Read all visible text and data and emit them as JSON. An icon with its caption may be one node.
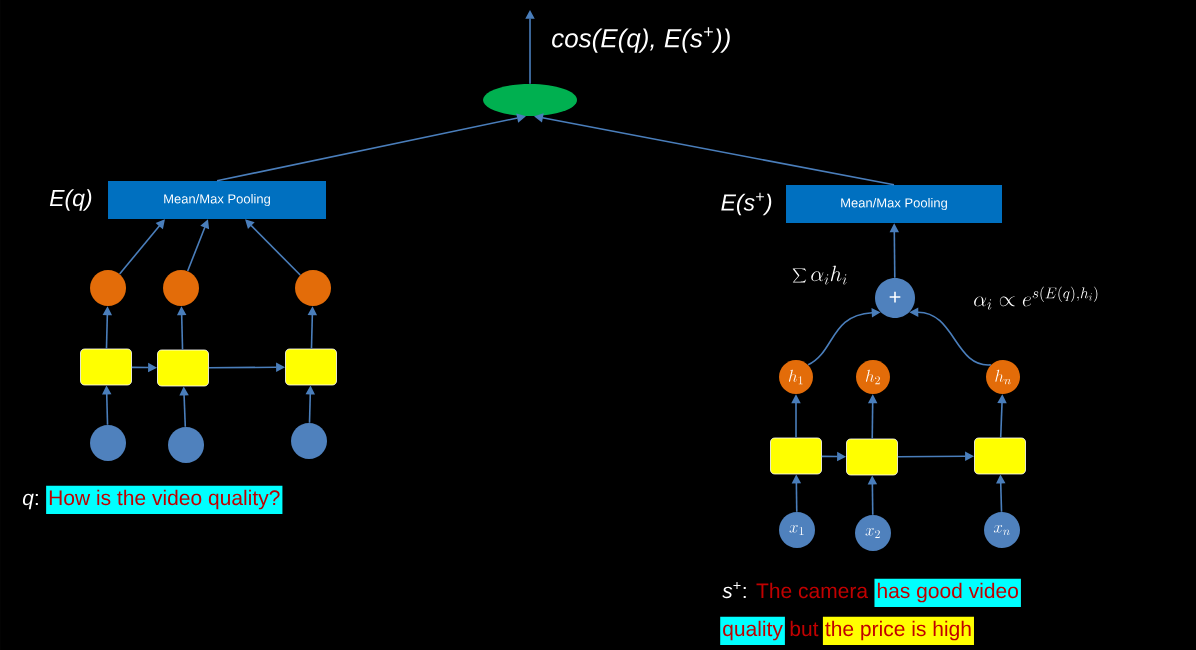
{
  "diagram": {
    "nodes": [
      {
        "text": [],
        "shape": "ellipse",
        "beside": [
          "cos(E(q), E(s$^{+}$))"
        ]
      },
      {
        "text": [
          "Mean/Max Pooling"
        ],
        "beside": [
          "E(q)"
        ]
      },
      {
        "text": [
          "Mean/Max Pooling"
        ],
        "beside": [
          "E(s$^{+}$)"
        ]
      },
      {
        "text": [],
        "shape": "circle"
      },
      {
        "text": [],
        "shape": "circle"
      },
      {
        "text": [],
        "shape": "circle"
      },
      {
        "text": [],
        "shape": "box"
      },
      {
        "text": [],
        "shape": "box"
      },
      {
        "text": [],
        "shape": "box"
      },
      {
        "text": [],
        "shape": "circle"
      },
      {
        "text": [],
        "shape": "circle"
      },
      {
        "text": [],
        "shape": "circle"
      },
      {
        "text": [
          "+"
        ]
      },
      {
        "text": [
          "h_1"
        ]
      },
      {
        "text": [
          "h_2"
        ]
      },
      {
        "text": [
          "h_n"
        ]
      },
      {
        "text": [],
        "shape": "box"
      },
      {
        "text": [],
        "shape": "box"
      },
      {
        "text": [],
        "shape": "box"
      },
      {
        "text": [
          "x_1"
        ]
      },
      {
        "text": [
          "x_2"
        ]
      },
      {
        "text": [
          "x_n"
        ]
      }
    ],
    "edges": [
      {
        "from": 0,
        "to": null,
        "arrow": "to"
      },
      {
        "from": 1,
        "to": 0,
        "arrow": "to"
      },
      {
        "from": 2,
        "to": 0,
        "arrow": "to"
      },
      {
        "from": 3,
        "to": 1,
        "arrow": "to"
      },
      {
        "from": 4,
        "to": 1,
        "arrow": "to"
      },
      {
        "from": 5,
        "to": 1,
        "arrow": "to"
      },
      {
        "from": 6,
        "to": 3,
        "arrow": "to"
      },
      {
        "from": 7,
        "to": 4,
        "arrow": "to"
      },
      {
        "from": 8,
        "to": 5,
        "arrow": "to"
      },
      {
        "from": 6,
        "to": 7,
        "arrow": "to"
      },
      {
        "from": 7,
        "to": 8,
        "arrow": "to"
      },
      {
        "from": 9,
        "to": 6,
        "arrow": "to"
      },
      {
        "from": 10,
        "to": 7,
        "arrow": "to"
      },
      {
        "from": 11,
        "to": 8,
        "arrow": "to"
      },
      {
        "from": 12,
        "to": 2,
        "arrow": "to"
      },
      {
        "from": 13,
        "to": 12,
        "arrow": "to"
      },
      {
        "from": 15,
        "to": 12,
        "arrow": "to"
      },
      {
        "from": 16,
        "to": 13,
        "arrow": "to"
      },
      {
        "from": 17,
        "to": 14,
        "arrow": "to"
      },
      {
        "from": 18,
        "to": 15,
        "arrow": "to"
      },
      {
        "from": 16,
        "to": 17,
        "arrow": "to"
      },
      {
        "from": 17,
        "to": 18,
        "arrow": "to"
      },
      {
        "from": 19,
        "to": 16,
        "arrow": "to"
      },
      {
        "from": 20,
        "to": 17,
        "arrow": "to"
      },
      {
        "from": 21,
        "to": 18,
        "arrow": "to"
      }
    ],
    "labels": [
      "\\sum \\alpha_i h_i",
      "\\alpha_i \\propto e^{s(E(q),h_i)}",
      "*q*:",
      "How is the video quality?",
      "*s*$^{+}$:",
      "The camera",
      "has good video",
      "quality",
      "but",
      "the price is high"
    ]
  }
}
